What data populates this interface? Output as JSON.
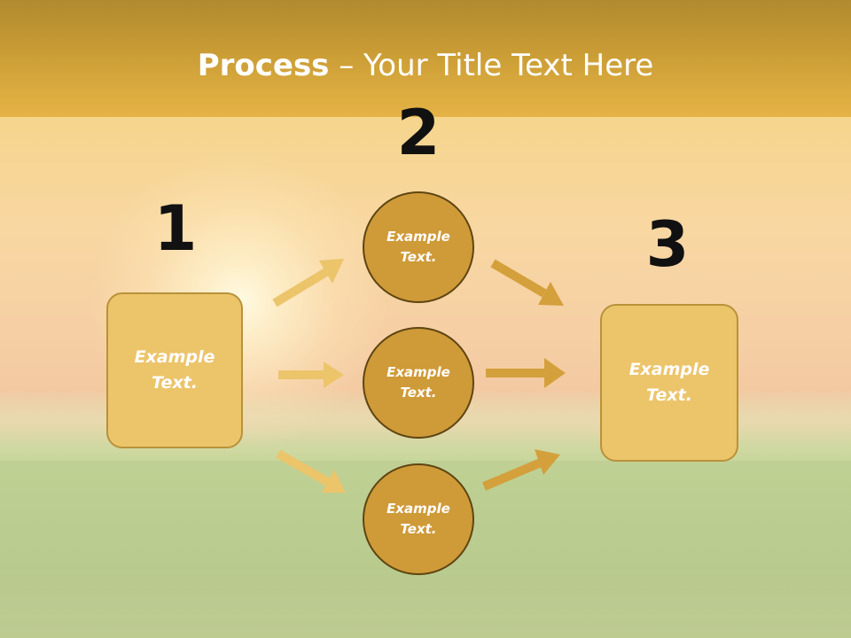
{
  "slide": {
    "title_bold": "Process",
    "title_rest": " – Your Title Text Here"
  },
  "steps": [
    {
      "number": "1",
      "label_line1": "Example",
      "label_line2": "Text."
    },
    {
      "number": "2",
      "label_line1": "Example",
      "label_line2": "Text."
    },
    {
      "number": "3",
      "label_line1": "Example",
      "label_line2": "Text."
    }
  ],
  "middle_nodes": [
    {
      "label_line1": "Example",
      "label_line2": "Text."
    },
    {
      "label_line1": "Example",
      "label_line2": "Text."
    },
    {
      "label_line1": "Example",
      "label_line2": "Text."
    }
  ],
  "colors": {
    "box_fill": "#ecc46a",
    "circle_fill": "#cf9a38",
    "left_arrow": "#ecc46a",
    "right_arrow": "#d4a03c",
    "title_band": "#dcac3f"
  }
}
